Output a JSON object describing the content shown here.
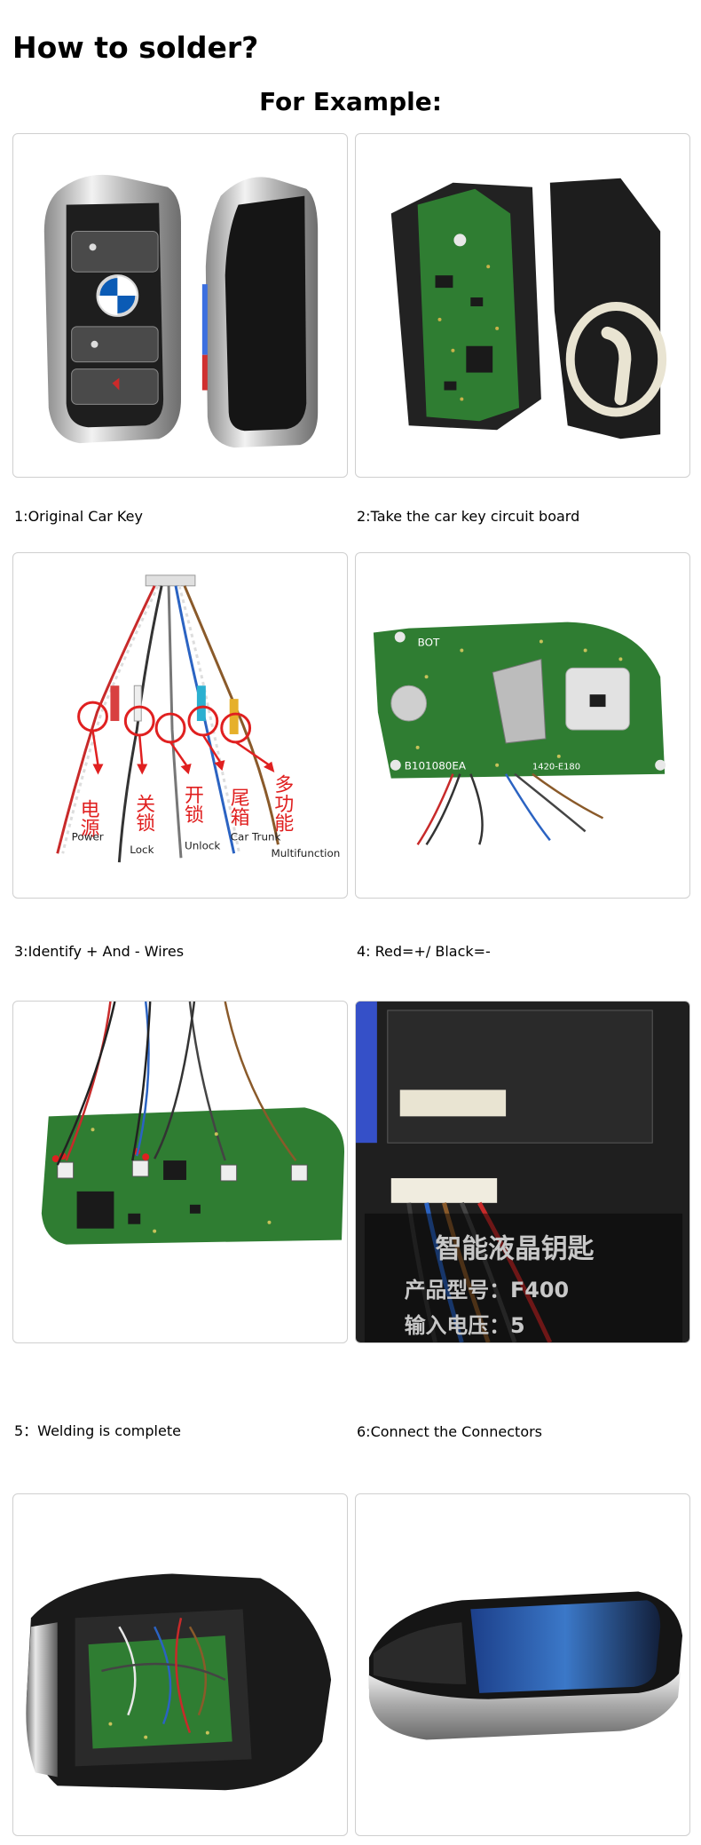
{
  "title": "How to solder?",
  "subtitle": "For Example:",
  "steps": [
    {
      "caption": "1:Original Car Key"
    },
    {
      "caption": "2:Take the car key circuit board"
    },
    {
      "caption": "3:Identify + And - Wires"
    },
    {
      "caption": "4: Red=+/ Black=-"
    },
    {
      "caption": "5：Welding is complete"
    },
    {
      "caption": "6:Connect the Connectors"
    }
  ],
  "wire_labels": {
    "cn": [
      "电源",
      "关锁",
      "开锁",
      "尾箱",
      "多功能"
    ],
    "en": [
      "Power",
      "Lock",
      "Unlock",
      "Car Trunk",
      "Multifunction"
    ]
  },
  "board_labels": {
    "bot": "BOT",
    "code": "B101080EA",
    "code2": "1420-E180"
  },
  "sticker": {
    "line1": "智能液晶钥匙",
    "line2": "产品型号：F400",
    "line3": "输入电压：5"
  },
  "colors": {
    "pcb": "#2f7d32",
    "wire_red": "#d32222",
    "wire_blue": "#2b63c2",
    "annot": "#e02020"
  }
}
